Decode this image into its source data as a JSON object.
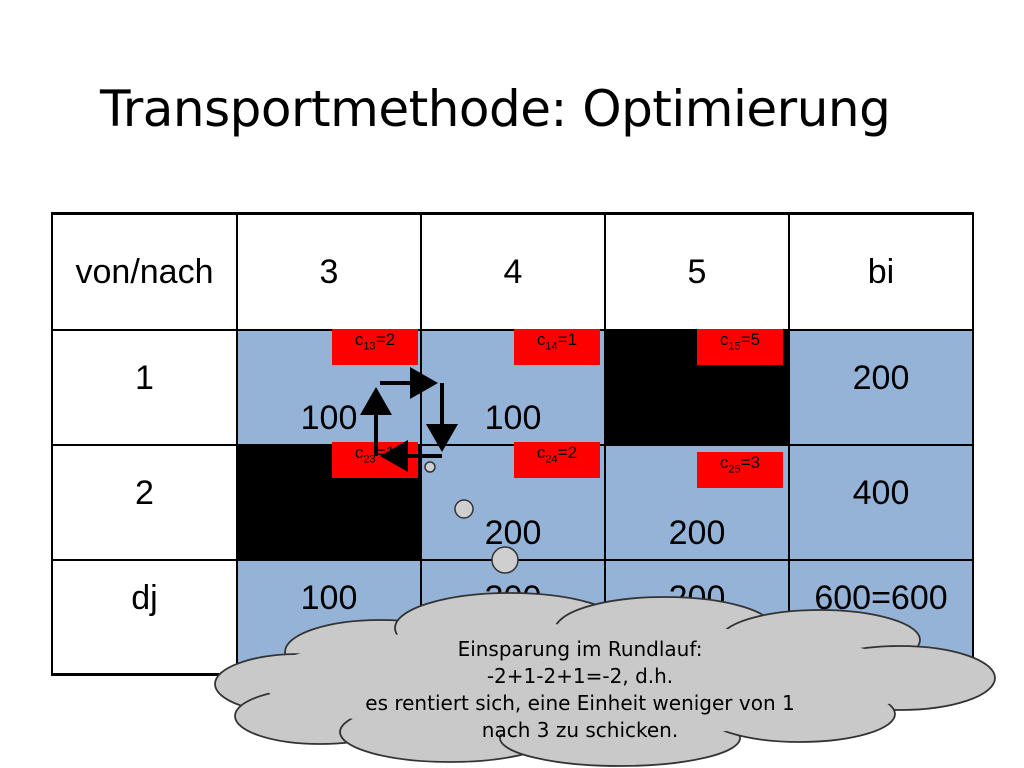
{
  "title": "Transportmethode: Optimierung",
  "table": {
    "header": [
      "von/nach",
      "3",
      "4",
      "5",
      "bi"
    ],
    "rows": [
      {
        "label": "1",
        "cells": [
          "100",
          "100",
          "",
          "200"
        ]
      },
      {
        "label": "2",
        "cells": [
          "",
          "200",
          "200",
          "400"
        ]
      },
      {
        "label": "dj",
        "cells": [
          "100",
          "300",
          "200",
          "600=600"
        ]
      }
    ]
  },
  "costs": {
    "c13": {
      "prefix": "c",
      "sub": "13",
      "suffix": "=2"
    },
    "c14": {
      "prefix": "c",
      "sub": "14",
      "suffix": "=1"
    },
    "c15": {
      "prefix": "c",
      "sub": "15",
      "suffix": "=5"
    },
    "c23": {
      "prefix": "c",
      "sub": "23",
      "suffix": "=1"
    },
    "c24": {
      "prefix": "c",
      "sub": "24",
      "suffix": "=2"
    },
    "c25": {
      "prefix": "c",
      "sub": "25",
      "suffix": "=3"
    }
  },
  "note": {
    "line1": "Einsparung im Rundlauf:",
    "line2": "-2+1-2+1=-2, d.h.",
    "line3": "es rentiert sich, eine Einheit weniger von 1",
    "line4": "nach 3 zu schicken."
  },
  "colors": {
    "cell_blue": "#95b3d7",
    "blocked": "#000000",
    "cost_label": "#ff0000",
    "cloud": "#c9c9c9"
  }
}
